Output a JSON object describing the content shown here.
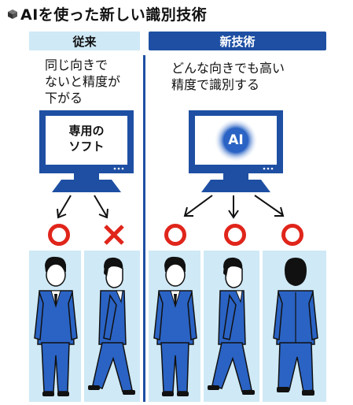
{
  "title": "AIを使った新しい識別技術",
  "headers": {
    "left": "従来",
    "right": "新技術"
  },
  "descriptions": {
    "left": "同じ向きで\nないと精度が\n下がる",
    "right": "どんな向きでも高い\n精度で識別する"
  },
  "monitors": {
    "left_screen_text": "専用の\nソフト",
    "right_screen_text": "AI"
  },
  "results": {
    "left": [
      "○",
      "×"
    ],
    "right": [
      "○",
      "○",
      "○"
    ]
  },
  "colors": {
    "accent_blue": "#1e4fa3",
    "light_blue": "#cfe9f6",
    "red": "#e0251b",
    "suit": "#2a63c4"
  }
}
